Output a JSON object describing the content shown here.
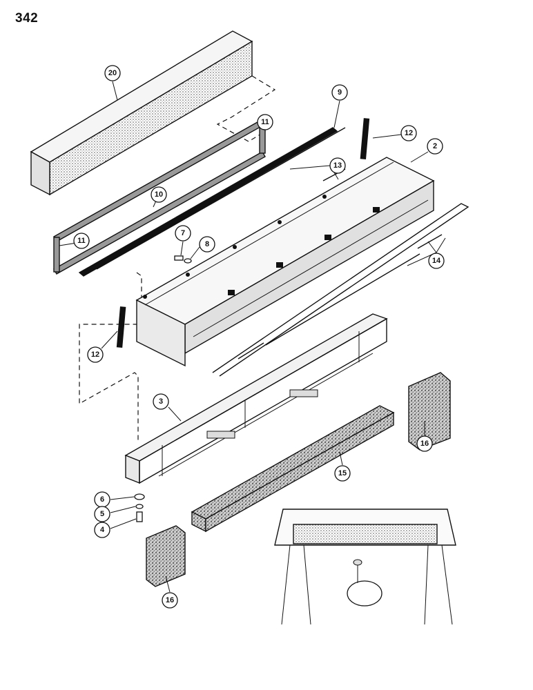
{
  "page": {
    "number": "342"
  },
  "callouts": {
    "c20": "20",
    "c9": "9",
    "c11a": "11",
    "c12a": "12",
    "c2": "2",
    "c13": "13",
    "c10": "10",
    "c11b": "11",
    "c7": "7",
    "c8": "8",
    "c14": "14",
    "c12b": "12",
    "c3": "3",
    "c16a": "16",
    "c15": "15",
    "c6": "6",
    "c5": "5",
    "c4": "4",
    "c16b": "16"
  }
}
